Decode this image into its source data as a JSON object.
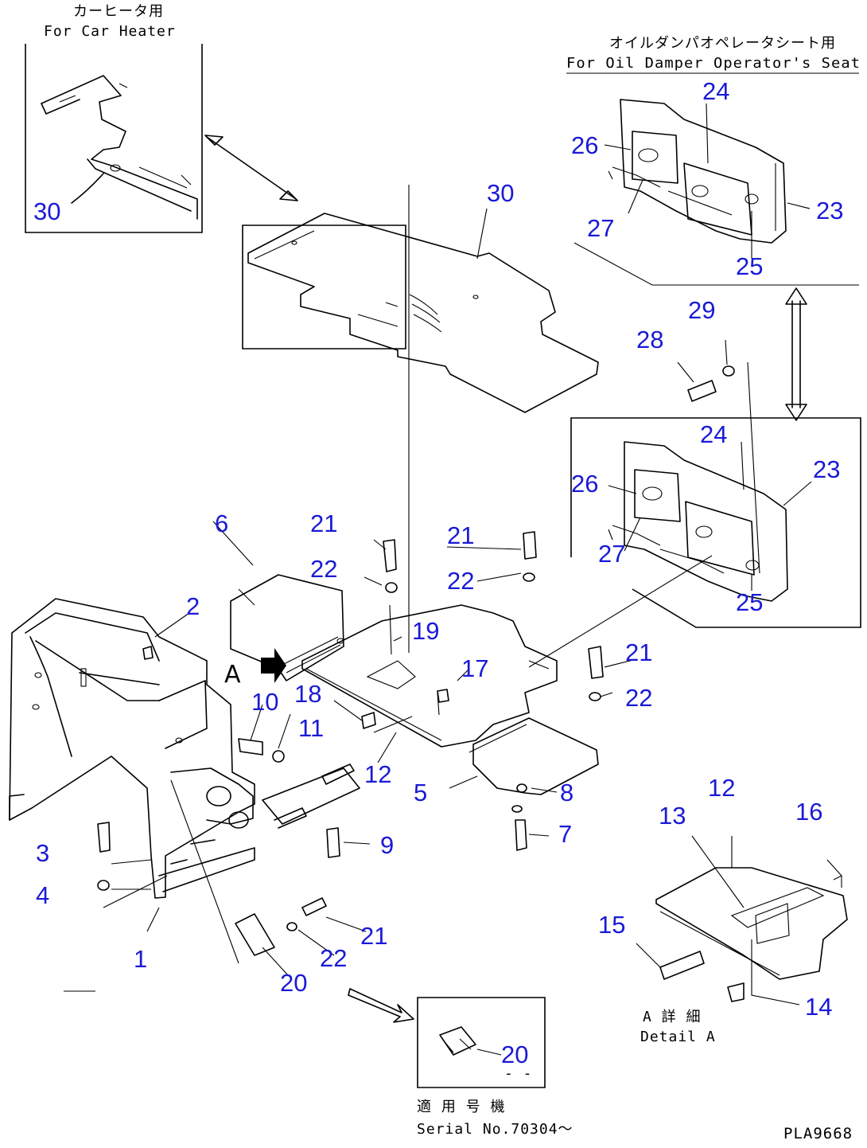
{
  "notes": {
    "car_heater_jp": "カーヒータ用",
    "car_heater_en": "For Car Heater",
    "oil_damper_jp": "オイルダンパオペレータシート用",
    "oil_damper_en": "For Oil Damper Operator's Seat",
    "view_letter": "A",
    "detail_jp": "A 詳 細",
    "detail_en": "Detail A",
    "serial_jp": "適 用 号 機",
    "serial_en": "Serial No.70304～",
    "serial_dash": "- -",
    "drawing_id": "PLA9668"
  },
  "callouts": {
    "c1": "1",
    "c2": "2",
    "c3": "3",
    "c4": "4",
    "c5": "5",
    "c6": "6",
    "c7": "7",
    "c8": "8",
    "c9": "9",
    "c10": "10",
    "c11": "11",
    "c12": "12",
    "c12b": "12",
    "c13": "13",
    "c14": "14",
    "c15": "15",
    "c16": "16",
    "c17": "17",
    "c18": "18",
    "c19": "19",
    "c20": "20",
    "c20b": "20",
    "c21a": "21",
    "c21b": "21",
    "c21c": "21",
    "c21d": "21",
    "c22a": "22",
    "c22b": "22",
    "c22c": "22",
    "c22d": "22",
    "c23a": "23",
    "c23b": "23",
    "c24a": "24",
    "c24b": "24",
    "c25a": "25",
    "c25b": "25",
    "c26a": "26",
    "c26b": "26",
    "c27a": "27",
    "c27b": "27",
    "c28": "28",
    "c29": "29",
    "c30a": "30",
    "c30b": "30"
  },
  "colors": {
    "callout": "#1a1ad6",
    "ink": "#000000",
    "background": "#ffffff"
  }
}
